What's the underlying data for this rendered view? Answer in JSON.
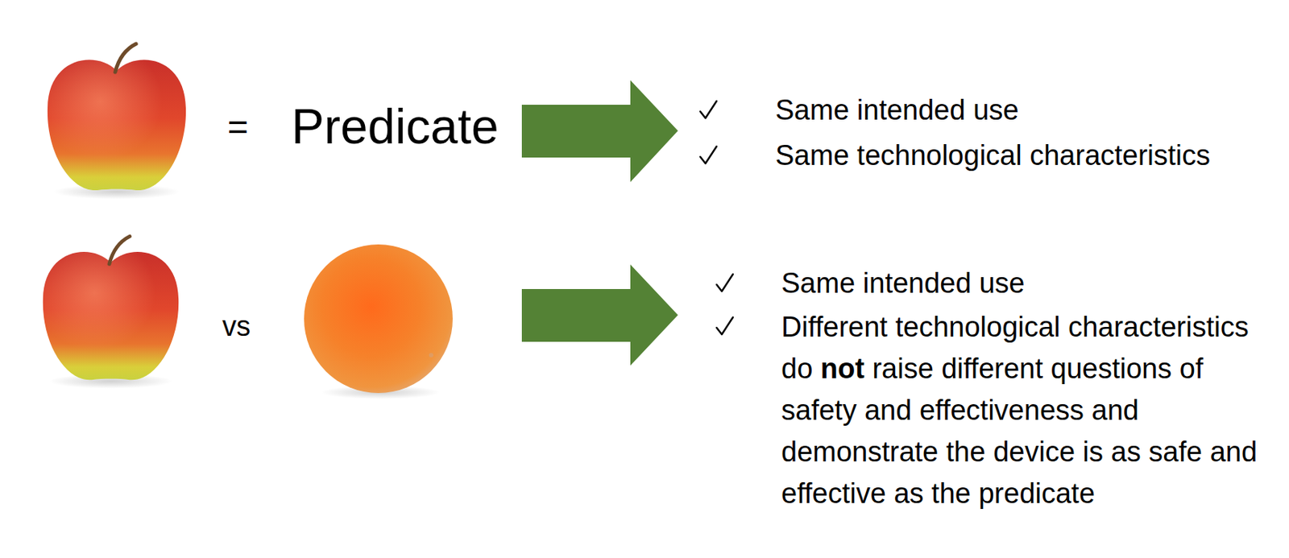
{
  "diagram": {
    "labels": [
      "=",
      "Predicate",
      "Same intended use",
      "Same technological characteristics",
      "vs",
      "Same intended use",
      "Different technological characteristics do not raise different questions of safety and effectiveness and demonstrate the device is as safe and effective as the predicate"
    ]
  }
}
